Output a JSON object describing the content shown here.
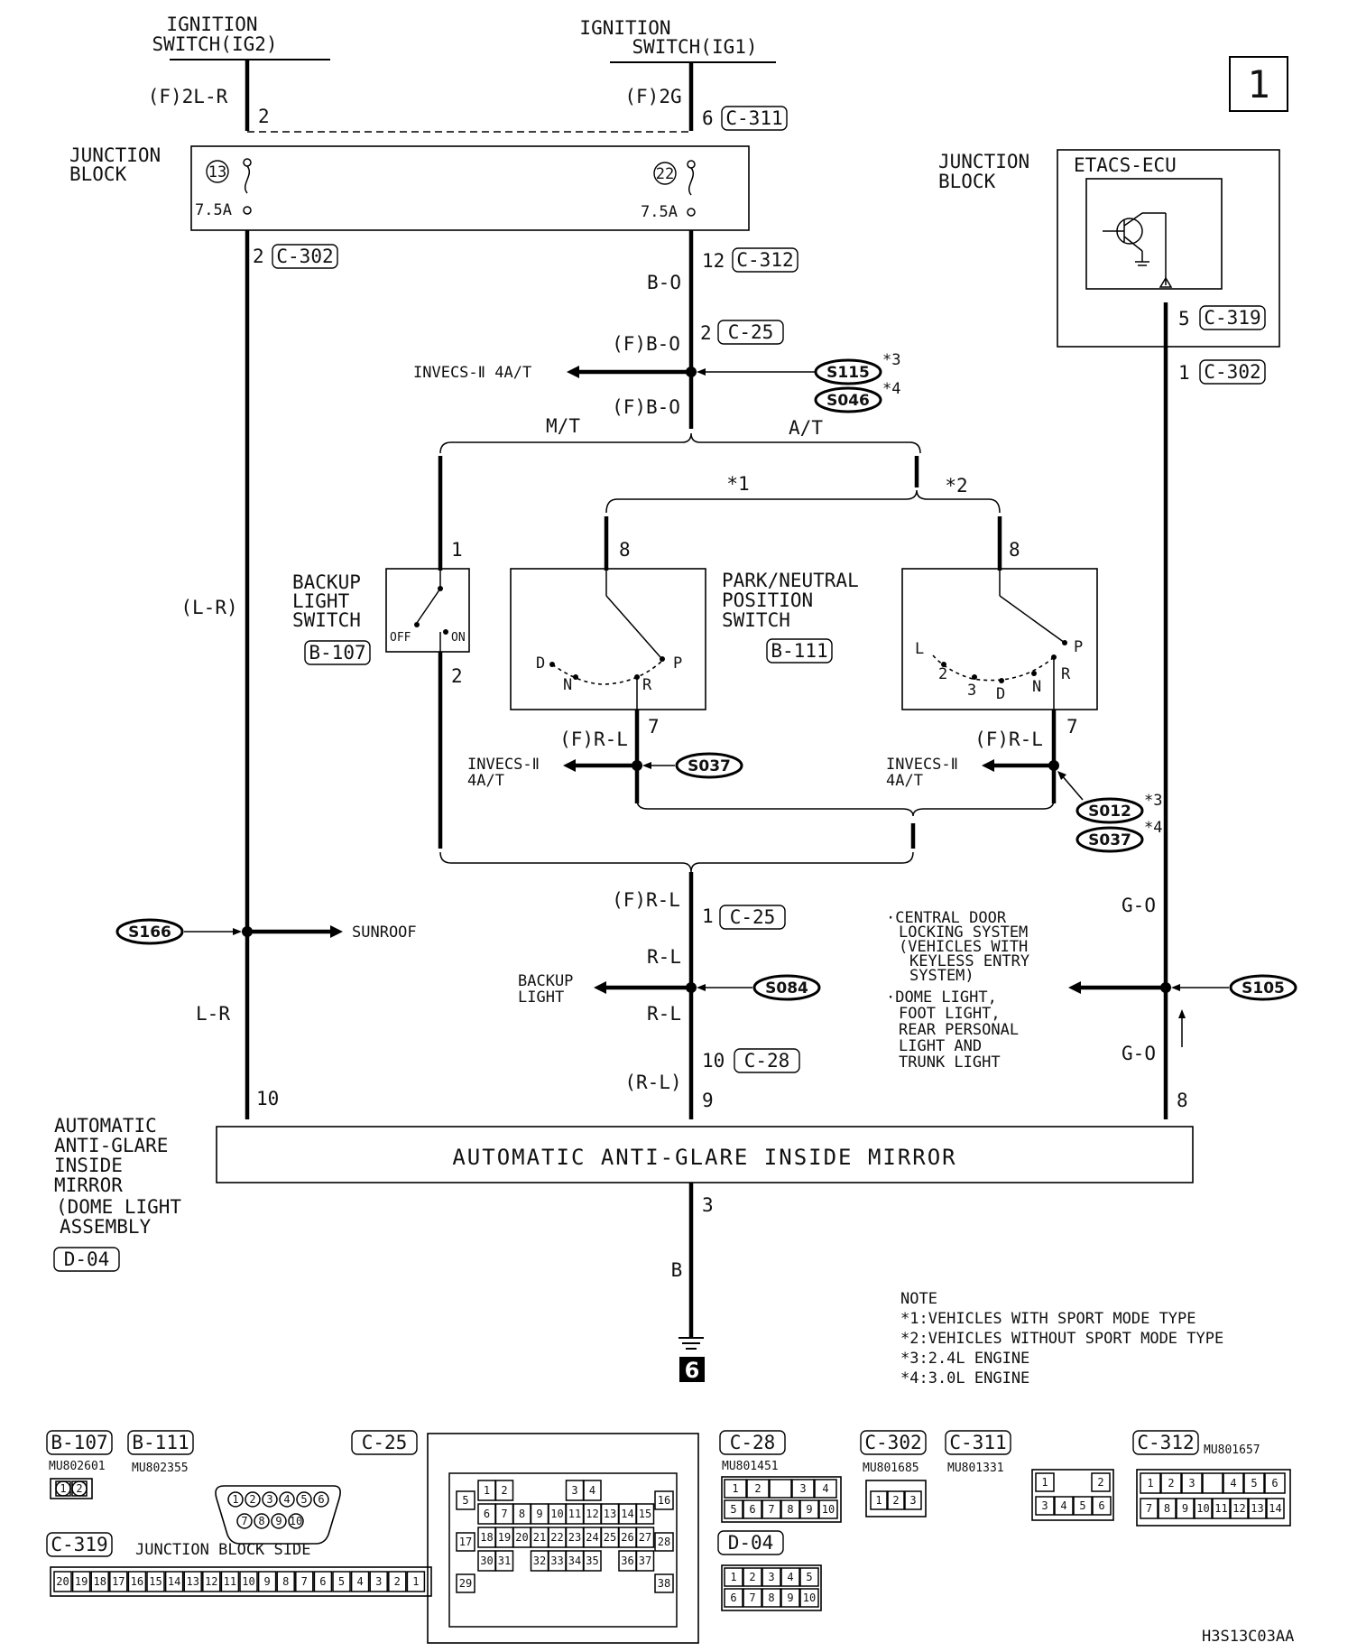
{
  "page_number": "1",
  "diagram_code": "H3S13C03AA",
  "power": {
    "ig2_line1": "IGNITION",
    "ig2_line2": "SWITCH(IG2)",
    "ig1_line1": "IGNITION",
    "ig1_line2": "SWITCH(IG1)",
    "wire_ig2": "(F)2L-R",
    "wire_ig1": "(F)2G",
    "pin_ig2": "2",
    "pin_ig1": "6",
    "conn_c311": "C-311"
  },
  "junction_block": {
    "label_line1": "JUNCTION",
    "label_line2": "BLOCK",
    "fuse1_num": "13",
    "fuse1_amp": "7.5A",
    "fuse2_num": "22",
    "fuse2_amp": "7.5A",
    "out1_pin": "2",
    "out1_conn": "C-302",
    "out2_pin": "12",
    "out2_conn": "C-312"
  },
  "etacs": {
    "block_line1": "JUNCTION",
    "block_line2": "BLOCK",
    "title": "ETACS-ECU",
    "pin": "5",
    "conn": "C-319",
    "out_pin": "1",
    "out_conn": "C-302"
  },
  "wires": {
    "b_o": "B-O",
    "f_b_o_1": "(F)B-O",
    "f_b_o_2": "(F)B-O",
    "c25_pin": "2",
    "c25_conn": "C-25",
    "invecs_top": "INVECS-Ⅱ 4A/T",
    "mt": "M/T",
    "at": "A/T",
    "star1": "*1",
    "star2": "*2",
    "l_r_paren": "(L-R)",
    "l_r": "L-R",
    "g_o_1": "G-O",
    "g_o_2": "G-O",
    "f_r_l_left": "(F)R-L",
    "f_r_l_right": "(F)R-L",
    "f_r_l_mid": "(F)R-L",
    "r_l_1": "R-L",
    "r_l_2": "R-L",
    "r_l_paren": "(R-L)",
    "b": "B",
    "pin_1_c25": "1",
    "conn_c25b": "C-25",
    "pin_10": "10",
    "conn_c28": "C-28"
  },
  "splices": {
    "s115": "S115",
    "s115_note": "*3",
    "s046": "S046",
    "s046_note": "*4",
    "s037a": "S037",
    "s012": "S012",
    "s012_note": "*3",
    "s037b": "S037",
    "s037b_note": "*4",
    "s166": "S166",
    "s084": "S084",
    "s105": "S105"
  },
  "backup_switch": {
    "line1": "BACKUP",
    "line2": "LIGHT",
    "line3": "SWITCH",
    "conn": "B-107",
    "pin_top": "1",
    "pin_bottom": "2",
    "off": "OFF",
    "on": "ON"
  },
  "pn_switch": {
    "line1": "PARK/NEUTRAL",
    "line2": "POSITION",
    "line3": "SWITCH",
    "conn": "B-111",
    "pin_top_l": "8",
    "pin_top_r": "8",
    "pin_bot_l": "7",
    "pin_bot_r": "7",
    "pos_d": "D",
    "pos_n": "N",
    "pos_r": "R",
    "pos_p": "P",
    "pos_l": "L",
    "pos_2": "2",
    "pos_3": "3",
    "pos_d2": "D",
    "pos_n2": "N",
    "pos_r2": "R",
    "pos_p2": "P"
  },
  "invecs": {
    "left_1": "INVECS-Ⅱ",
    "left_2": "4A/T",
    "right_1": "INVECS-Ⅱ",
    "right_2": "4A/T"
  },
  "loads": {
    "sunroof": "SUNROOF",
    "backup_1": "BACKUP",
    "backup_2": "LIGHT",
    "central_1": "·CENTRAL DOOR",
    "central_2": "LOCKING SYSTEM",
    "central_3": "(VEHICLES WITH",
    "central_4": "KEYLESS ENTRY",
    "central_5": "SYSTEM)",
    "dome_1": "·DOME LIGHT,",
    "dome_2": "FOOT LIGHT,",
    "dome_3": "REAR PERSONAL",
    "dome_4": "LIGHT AND",
    "dome_5": "TRUNK LIGHT"
  },
  "mirror": {
    "box_label": "AUTOMATIC ANTI-GLARE INSIDE MIRROR",
    "side_1": "AUTOMATIC",
    "side_2": "ANTI-GLARE",
    "side_3": "INSIDE",
    "side_4": "MIRROR",
    "side_5": "(DOME LIGHT",
    "side_6": "ASSEMBLY",
    "conn": "D-04",
    "pin_10": "10",
    "pin_9": "9",
    "pin_8": "8",
    "pin_3": "3",
    "ground": "6"
  },
  "notes": {
    "title": "NOTE",
    "n1": "*1:VEHICLES WITH SPORT MODE TYPE",
    "n2": "*2:VEHICLES WITHOUT SPORT MODE TYPE",
    "n3": "*3:2.4L ENGINE",
    "n4": "*4:3.0L ENGINE"
  },
  "connectors": {
    "b107": "B-107",
    "b107_part": "MU802601",
    "b111": "B-111",
    "b111_part": "MU802355",
    "c25": "C-25",
    "c28": "C-28",
    "c28_part": "MU801451",
    "c302": "C-302",
    "c302_part": "MU801685",
    "c311": "C-311",
    "c311_part": "MU801331",
    "c312": "C-312",
    "c312_part": "MU801657",
    "c319": "C-319",
    "c319_side": "JUNCTION BLOCK SIDE",
    "d04": "D-04"
  }
}
